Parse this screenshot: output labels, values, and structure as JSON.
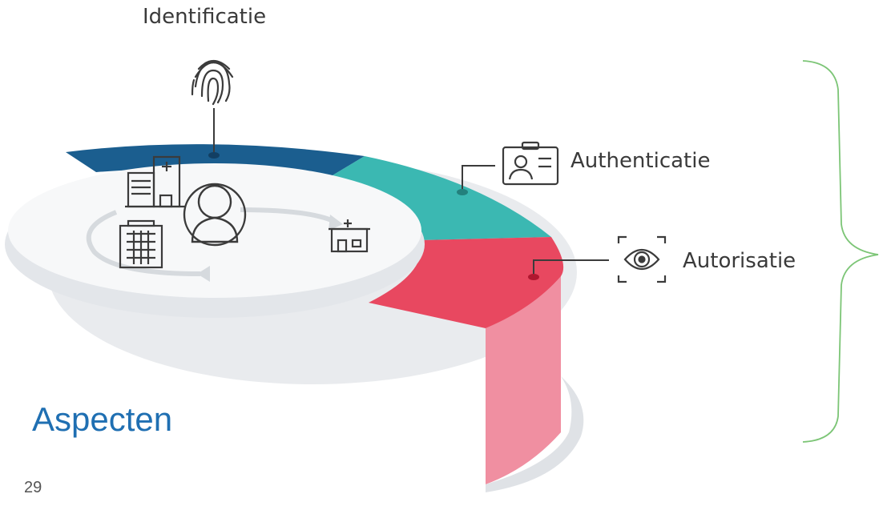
{
  "slide": {
    "title": "Aspecten",
    "page_number": "29"
  },
  "aspects": [
    {
      "label": "Identificatie",
      "icon": "fingerprint-icon",
      "color": "#1b5e8f"
    },
    {
      "label": "Authenticatie",
      "icon": "id-card-icon",
      "color": "#3bb8b2"
    },
    {
      "label": "Autorisatie",
      "icon": "eye-icon",
      "color": "#e84860"
    }
  ],
  "colors": {
    "title": "#1f6fb2",
    "brace": "#7cc576",
    "center_disc": "#f3f4f5"
  }
}
